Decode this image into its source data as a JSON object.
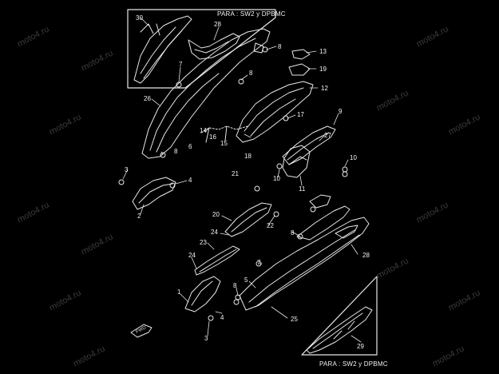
{
  "watermark": "moto4.ru",
  "insets": {
    "top_caption": "PARA : SW2 y DPBMC",
    "bottom_caption": "PARA : SW2 y DPBMC"
  },
  "fwd_label": "FWD",
  "callouts": [
    {
      "id": "c30",
      "text": "30"
    },
    {
      "id": "c28a",
      "text": "28"
    },
    {
      "id": "c8a",
      "text": "8"
    },
    {
      "id": "c13",
      "text": "13"
    },
    {
      "id": "c7a",
      "text": "7"
    },
    {
      "id": "c8b",
      "text": "8"
    },
    {
      "id": "c19",
      "text": "19"
    },
    {
      "id": "c12",
      "text": "12"
    },
    {
      "id": "c26",
      "text": "26"
    },
    {
      "id": "c9",
      "text": "9"
    },
    {
      "id": "c17",
      "text": "17"
    },
    {
      "id": "c14",
      "text": "14"
    },
    {
      "id": "c16",
      "text": "16"
    },
    {
      "id": "c15",
      "text": "15"
    },
    {
      "id": "c27",
      "text": "27"
    },
    {
      "id": "c6",
      "text": "6"
    },
    {
      "id": "c8c",
      "text": "8"
    },
    {
      "id": "c18",
      "text": "18"
    },
    {
      "id": "c10a",
      "text": "10"
    },
    {
      "id": "c3a",
      "text": "3"
    },
    {
      "id": "c4a",
      "text": "4"
    },
    {
      "id": "c21",
      "text": "21"
    },
    {
      "id": "c10b",
      "text": "10"
    },
    {
      "id": "c11",
      "text": "11"
    },
    {
      "id": "c2",
      "text": "2"
    },
    {
      "id": "c20",
      "text": "20"
    },
    {
      "id": "c22",
      "text": "22"
    },
    {
      "id": "c24a",
      "text": "24"
    },
    {
      "id": "c8d",
      "text": "8"
    },
    {
      "id": "c23",
      "text": "23"
    },
    {
      "id": "c28b",
      "text": "28"
    },
    {
      "id": "c24b",
      "text": "24"
    },
    {
      "id": "c7b",
      "text": "7"
    },
    {
      "id": "c5",
      "text": "5"
    },
    {
      "id": "c1",
      "text": "1"
    },
    {
      "id": "c8e",
      "text": "8"
    },
    {
      "id": "c4b",
      "text": "4"
    },
    {
      "id": "c25",
      "text": "25"
    },
    {
      "id": "c3b",
      "text": "3"
    },
    {
      "id": "c29",
      "text": "29"
    }
  ]
}
